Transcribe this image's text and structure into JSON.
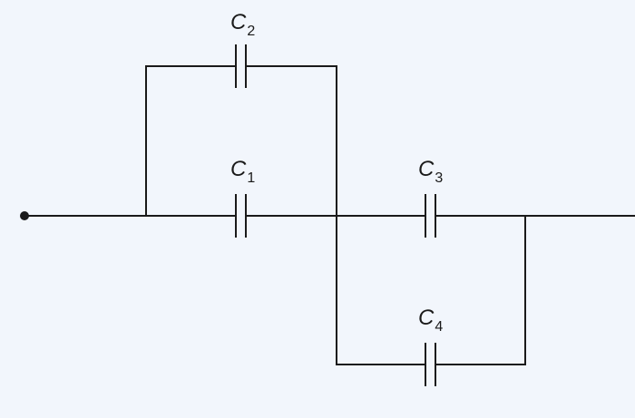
{
  "diagram": {
    "capacitors": [
      {
        "id": "C1",
        "letter": "C",
        "subscript": "1"
      },
      {
        "id": "C2",
        "letter": "C",
        "subscript": "2"
      },
      {
        "id": "C3",
        "letter": "C",
        "subscript": "3"
      },
      {
        "id": "C4",
        "letter": "C",
        "subscript": "4"
      }
    ]
  }
}
